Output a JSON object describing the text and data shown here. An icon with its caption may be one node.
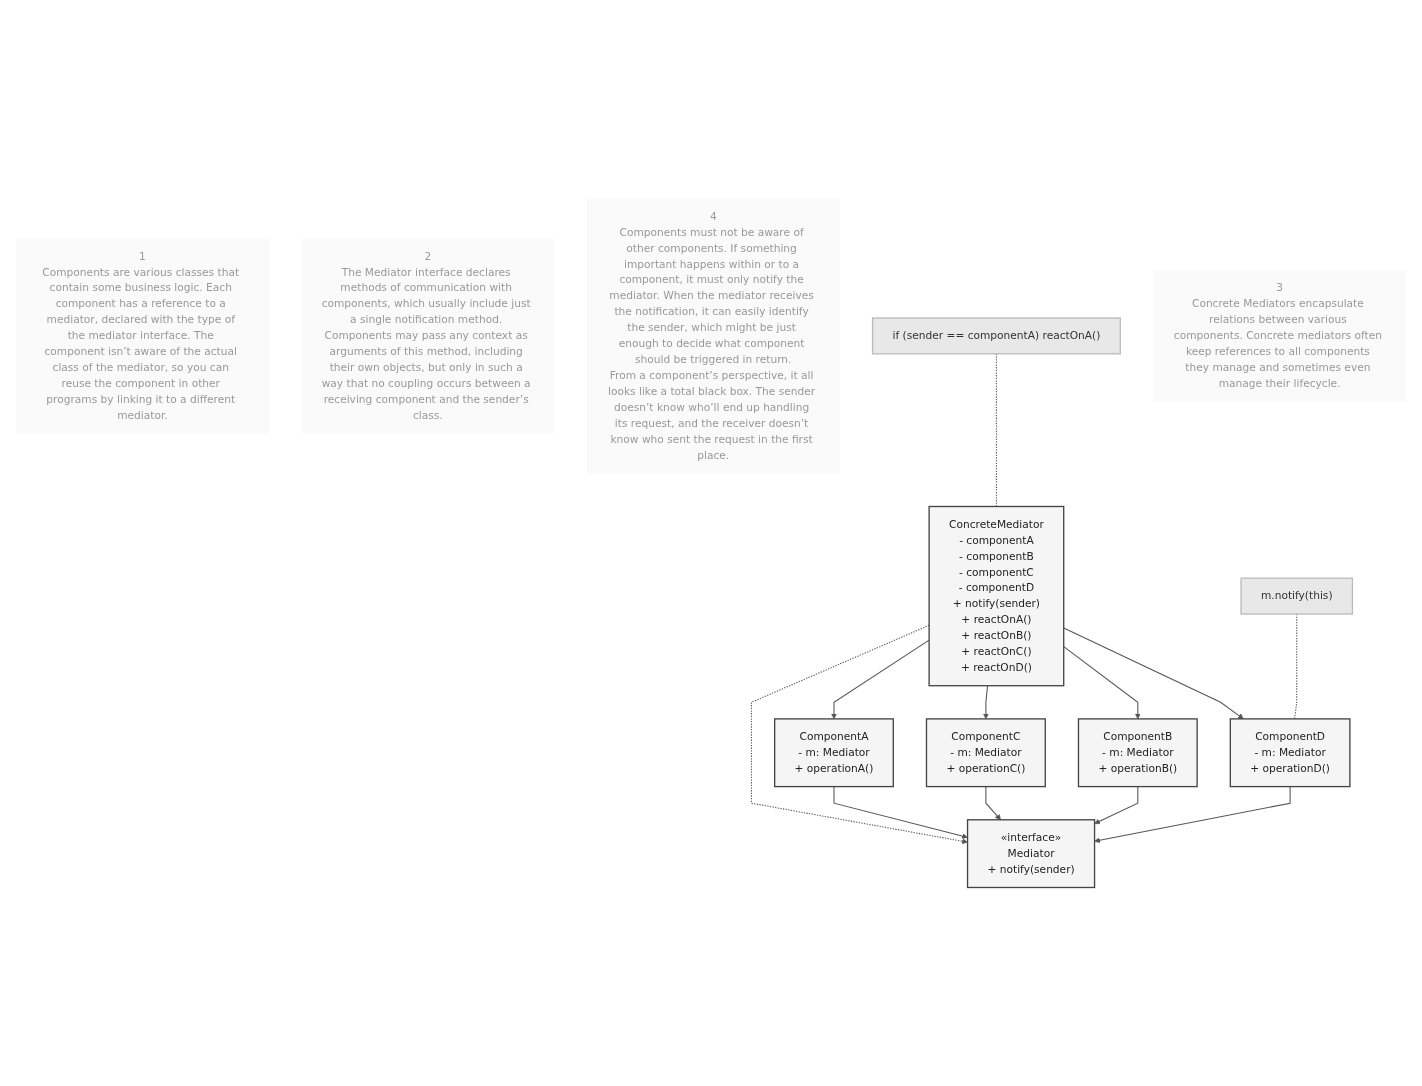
{
  "diagram": {
    "nodes": [
      {
        "text": [
          "1",
          "Components are various classes that contain some business logic. Each component has a reference to a mediator, declared with the type of the mediator interface. The component isn’t aware of the actual class of the mediator, so you can reuse the component in other programs by linking it to a different mediator."
        ]
      },
      {
        "text": [
          "2",
          "The Mediator interface declares methods of communication with components, which usually include just a single notification method. Components may pass any context as arguments of this method, including their own objects, but only in such a way that no coupling occurs between a receiving component and the sender’s class."
        ]
      },
      {
        "text": [
          "ComponentA",
          "- m: Mediator",
          "+ operationA()"
        ]
      },
      {
        "text": [
          "ComponentB",
          "- m: Mediator",
          "+ operationB()"
        ]
      },
      {
        "text": [
          "«interface»",
          "Mediator",
          "+ notify(sender)"
        ]
      },
      {
        "text": [
          "4",
          "Components must not be aware of other components. If something important happens within or to a component, it must only notify the mediator. When the mediator receives the notification, it can easily identify the sender, which might be just enough to decide what component should be triggered in return.",
          "From a component’s perspective, it all looks like a total black box. The sender doesn’t know who’ll end up handling its request, and the receiver doesn’t know who sent the request in the first place."
        ]
      },
      {
        "text": [
          "ComponentC",
          "- m: Mediator",
          "+ operationC()"
        ]
      },
      {
        "text": [
          "ComponentD",
          "- m: Mediator",
          "+ operationD()"
        ]
      },
      {
        "text": [
          "ConcreteMediator",
          "- componentA",
          "- componentB",
          "- componentC",
          "- componentD",
          "+ notify(sender)",
          "+ reactOnA()",
          "+ reactOnB()",
          "+ reactOnC()",
          "+ reactOnD()"
        ]
      },
      {
        "text": [
          "m.notify(this)"
        ]
      },
      {
        "text": [
          "if (sender == componentA) reactOnA()"
        ]
      },
      {
        "text": [
          "3",
          "Concrete Mediators encapsulate relations between various components. Concrete mediators often keep references to all components they manage and sometimes even manage their lifecycle."
        ]
      }
    ],
    "edges": [
      {
        "from": 2,
        "to": 4,
        "arrow": "to"
      },
      {
        "from": 3,
        "to": 4,
        "arrow": "to"
      },
      {
        "from": 6,
        "to": 4,
        "arrow": "to"
      },
      {
        "from": 7,
        "to": 4,
        "arrow": "to"
      },
      {
        "from": 8,
        "to": 4,
        "arrow": "to",
        "style": "dashed"
      },
      {
        "from": 8,
        "to": 2,
        "arrow": "to"
      },
      {
        "from": 8,
        "to": 6,
        "arrow": "to"
      },
      {
        "from": 8,
        "to": 3,
        "arrow": "to"
      },
      {
        "from": 8,
        "to": 7,
        "arrow": "to"
      },
      {
        "from": 9,
        "to": 7,
        "arrow": "none",
        "style": "dashed"
      },
      {
        "from": 10,
        "to": 8,
        "arrow": "none",
        "style": "dashed"
      }
    ]
  }
}
